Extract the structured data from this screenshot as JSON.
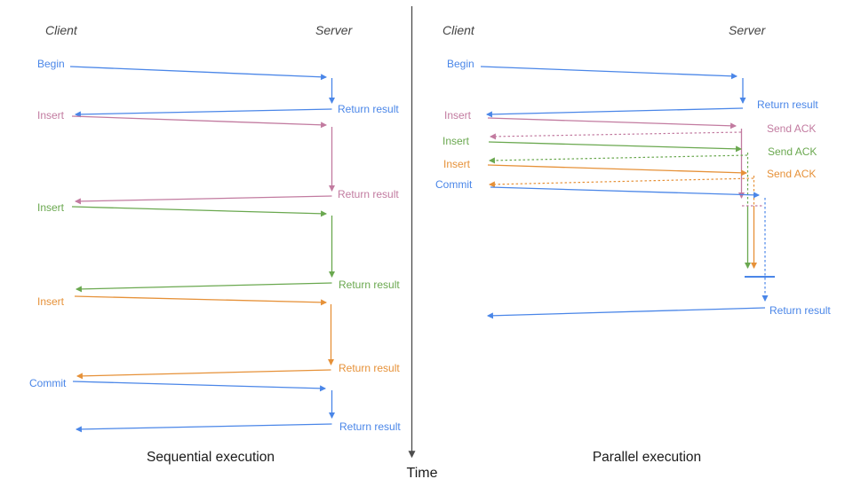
{
  "colors": {
    "blue": "#4a86e8",
    "pink": "#c27ba0",
    "green": "#6aa84f",
    "orange": "#e69138",
    "ink": "#434343",
    "caption": "#1b1b1b",
    "axis": "#4d4d4d"
  },
  "divider": {
    "time_label": "Time"
  },
  "sequential": {
    "caption": "Sequential execution",
    "client": "Client",
    "server": "Server",
    "rows": [
      {
        "request": "Begin",
        "color": "blue",
        "response": "Return result"
      },
      {
        "request": "Insert",
        "color": "pink",
        "response": "Return result"
      },
      {
        "request": "Insert",
        "color": "green",
        "response": "Return result"
      },
      {
        "request": "Insert",
        "color": "orange",
        "response": "Return result"
      },
      {
        "request": "Commit",
        "color": "blue",
        "response": "Return result"
      }
    ]
  },
  "parallel": {
    "caption": "Parallel execution",
    "client": "Client",
    "server": "Server",
    "rows": [
      {
        "request": "Begin",
        "color": "blue",
        "response": "Return result"
      },
      {
        "request": "Insert",
        "color": "pink",
        "response": "Send ACK"
      },
      {
        "request": "Insert",
        "color": "green",
        "response": "Send ACK"
      },
      {
        "request": "Insert",
        "color": "orange",
        "response": "Send ACK"
      },
      {
        "request": "Commit",
        "color": "blue",
        "response": "Return result"
      }
    ],
    "final_response": "Return result"
  }
}
